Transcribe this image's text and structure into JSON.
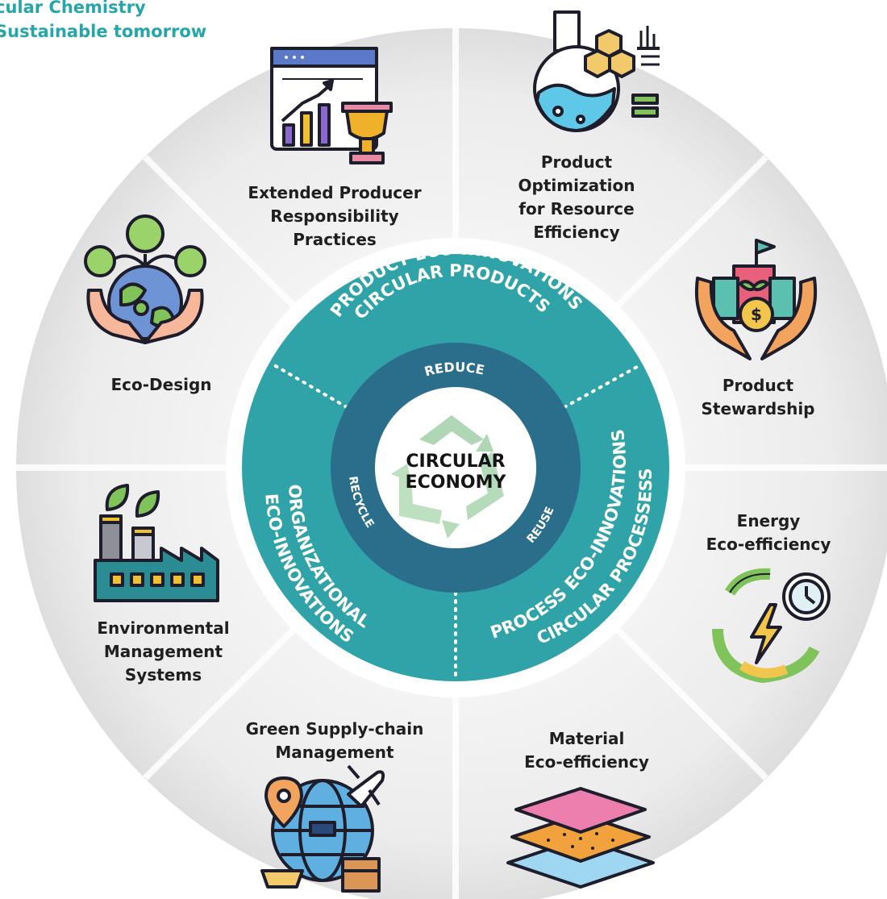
{
  "header": {
    "line1": "cular Chemistry",
    "line2": "Sustainable tomorrow"
  },
  "center": {
    "title": "CIRCULAR\nECONOMY"
  },
  "inner_ring": {
    "top": "REDUCE",
    "left": "RECYCLE",
    "right": "REUSE"
  },
  "middle_ring": {
    "top_line1": "PRODUCT ECO-INNOVATIONS",
    "top_line2": "CIRCULAR PRODUCTS",
    "left_line1": "ORGANIZATIONAL",
    "left_line2": "ECO-INNOVATIONS",
    "right_line1": "PROCESS ECO-INNOVATIONS",
    "right_line2": "CIRCULAR PROCESSESS"
  },
  "outer_items": [
    {
      "label": "Extended Producer\nResponsibility\nPractices",
      "icon": "chart-trophy-icon"
    },
    {
      "label": "Product\nOptimization\nfor Resource\nEfficiency",
      "icon": "flask-molecule-icon"
    },
    {
      "label": "Eco-Design",
      "icon": "earth-hands-icon"
    },
    {
      "label": "Product\nStewardship",
      "icon": "hands-money-icon"
    },
    {
      "label": "Energy\nEco-efficiency",
      "icon": "energy-cycle-icon"
    },
    {
      "label": "Environmental\nManagement\nSystems",
      "icon": "green-factory-icon"
    },
    {
      "label": "Green Supply-chain\nManagement",
      "icon": "globe-logistics-icon"
    },
    {
      "label": "Material\nEco-efficiency",
      "icon": "material-layers-icon"
    }
  ],
  "colors": {
    "accent": "#26a6a8",
    "teal_ring": "#2fa3a8",
    "inner_ring": "#2b6e8c",
    "outer_disc": "#ececec"
  }
}
